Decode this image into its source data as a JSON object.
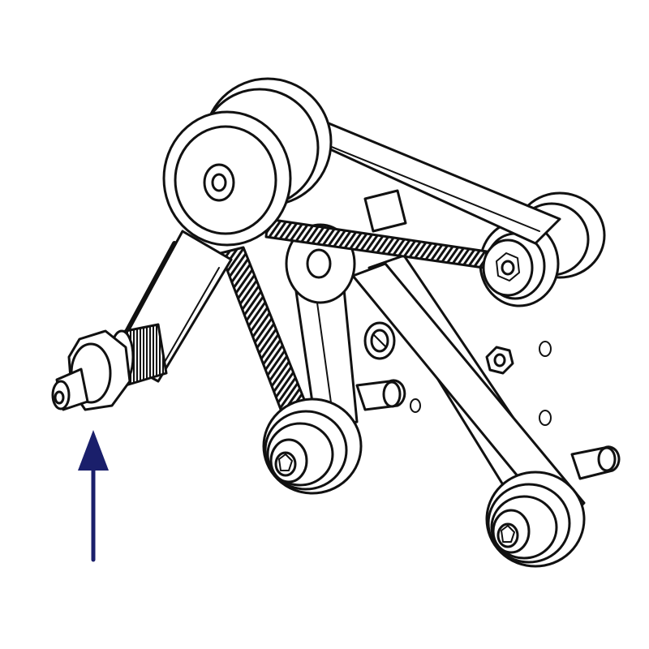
{
  "figure": {
    "subject": "belt-and-pulley-drive-assembly",
    "line_color": "#111111",
    "background_color": "#ffffff",
    "arrow_color": "#1a1f6b",
    "arrow_direction": "up",
    "arrow_target": "drive-shaft-tip"
  }
}
